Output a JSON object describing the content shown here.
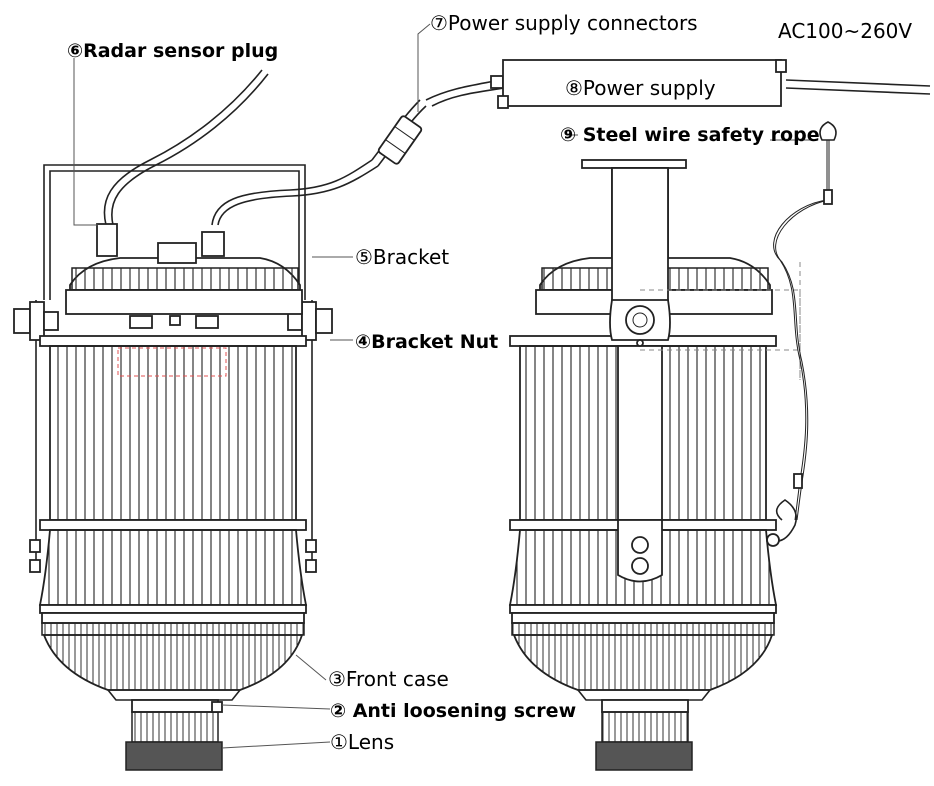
{
  "labels": {
    "lens": "①Lens",
    "anti_loosening_screw": "② Anti loosening screw",
    "front_case": "③Front case",
    "bracket_nut": "④Bracket Nut",
    "bracket": "⑤Bracket",
    "radar_sensor_plug": "⑥Radar sensor plug",
    "power_supply_connectors": "⑦Power supply connectors",
    "power_supply": "⑧Power supply",
    "steel_wire_safety_rope": "⑨ Steel wire safety rope",
    "input_voltage": "AC100~260V"
  }
}
